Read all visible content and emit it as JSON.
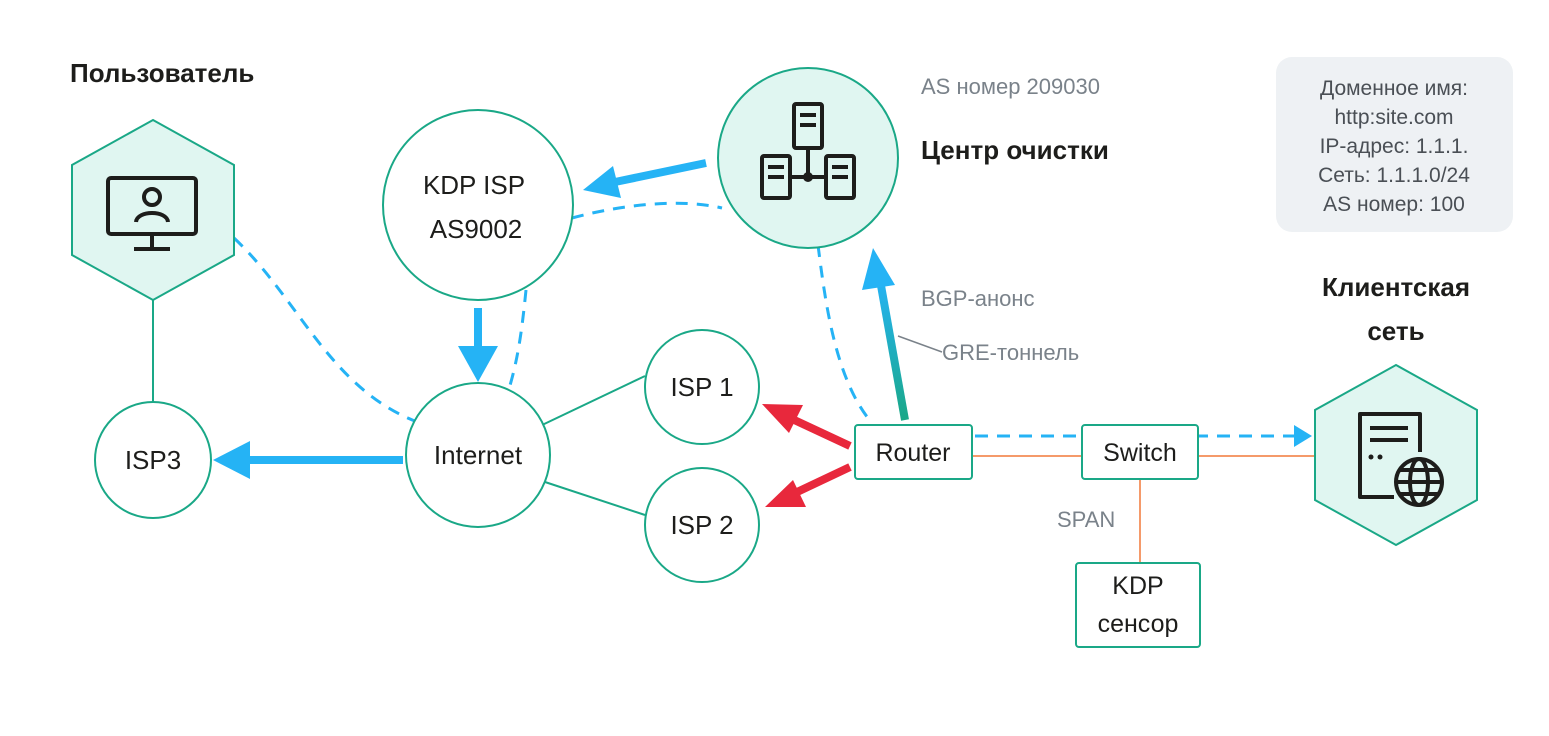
{
  "labels": {
    "user_title": "Пользователь",
    "cleaning_title": "Центр очистки",
    "client_title_line1": "Клиентская",
    "client_title_line2": "сеть",
    "as_number": "AS номер 209030",
    "bgp": "BGP-анонс",
    "gre": "GRE-тоннель",
    "span": "SPAN"
  },
  "nodes": {
    "kdp_isp_line1": "KDP ISP",
    "kdp_isp_line2": "AS9002",
    "internet": "Internet",
    "isp1": "ISP 1",
    "isp2": "ISP 2",
    "isp3": "ISP3",
    "router": "Router",
    "switch": "Switch",
    "sensor_line1": "KDP",
    "sensor_line2": "сенсор"
  },
  "info_box": {
    "lines": [
      "Доменное имя:",
      "http:site.com",
      "IP-адрес: 1.1.1.",
      "Сеть: 1.1.1.0/24",
      "AS номер: 100"
    ]
  },
  "colors": {
    "teal": "#1aa887",
    "mint_fill": "#e0f6f1",
    "blue": "#25b3f5",
    "red": "#e8283c",
    "orange": "#f59a6a",
    "gray_text": "#7a828a",
    "info_bg": "#eef1f4"
  },
  "icons": {
    "user": "monitor-user-icon",
    "cleaning": "server-cluster-icon",
    "client": "server-globe-icon"
  }
}
